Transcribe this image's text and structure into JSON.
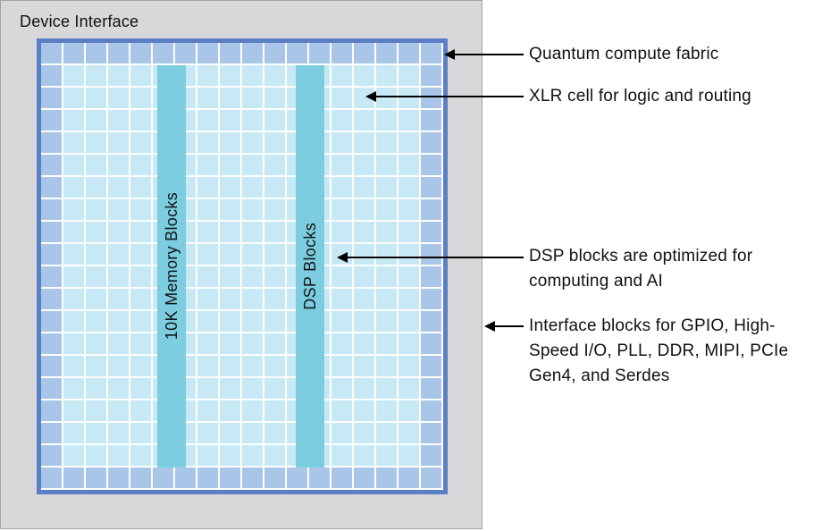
{
  "title": "Device Interface",
  "fabric": {
    "memory_label": "10K Memory Blocks",
    "dsp_label": "DSP Blocks"
  },
  "annotations": [
    {
      "id": "quantum-fabric",
      "label": "Quantum compute fabric"
    },
    {
      "id": "xlr-cell",
      "label": "XLR cell for logic and routing"
    },
    {
      "id": "dsp-blocks",
      "label": "DSP blocks are optimized for computing and AI"
    },
    {
      "id": "interface-blocks",
      "label": "Interface blocks for GPIO, High-Speed I/O, PLL, DDR, MIPI, PCIe Gen4, and Serdes"
    }
  ],
  "colors": {
    "panel_bg": "#d8d8da",
    "frame_border": "#5b7fc4",
    "perimeter_cell": "#a9c6e8",
    "logic_cell": "#c7e9f6",
    "block_column": "#7bcddf",
    "grid_line": "#ffffff",
    "text": "#111111",
    "arrow": "#000000"
  }
}
